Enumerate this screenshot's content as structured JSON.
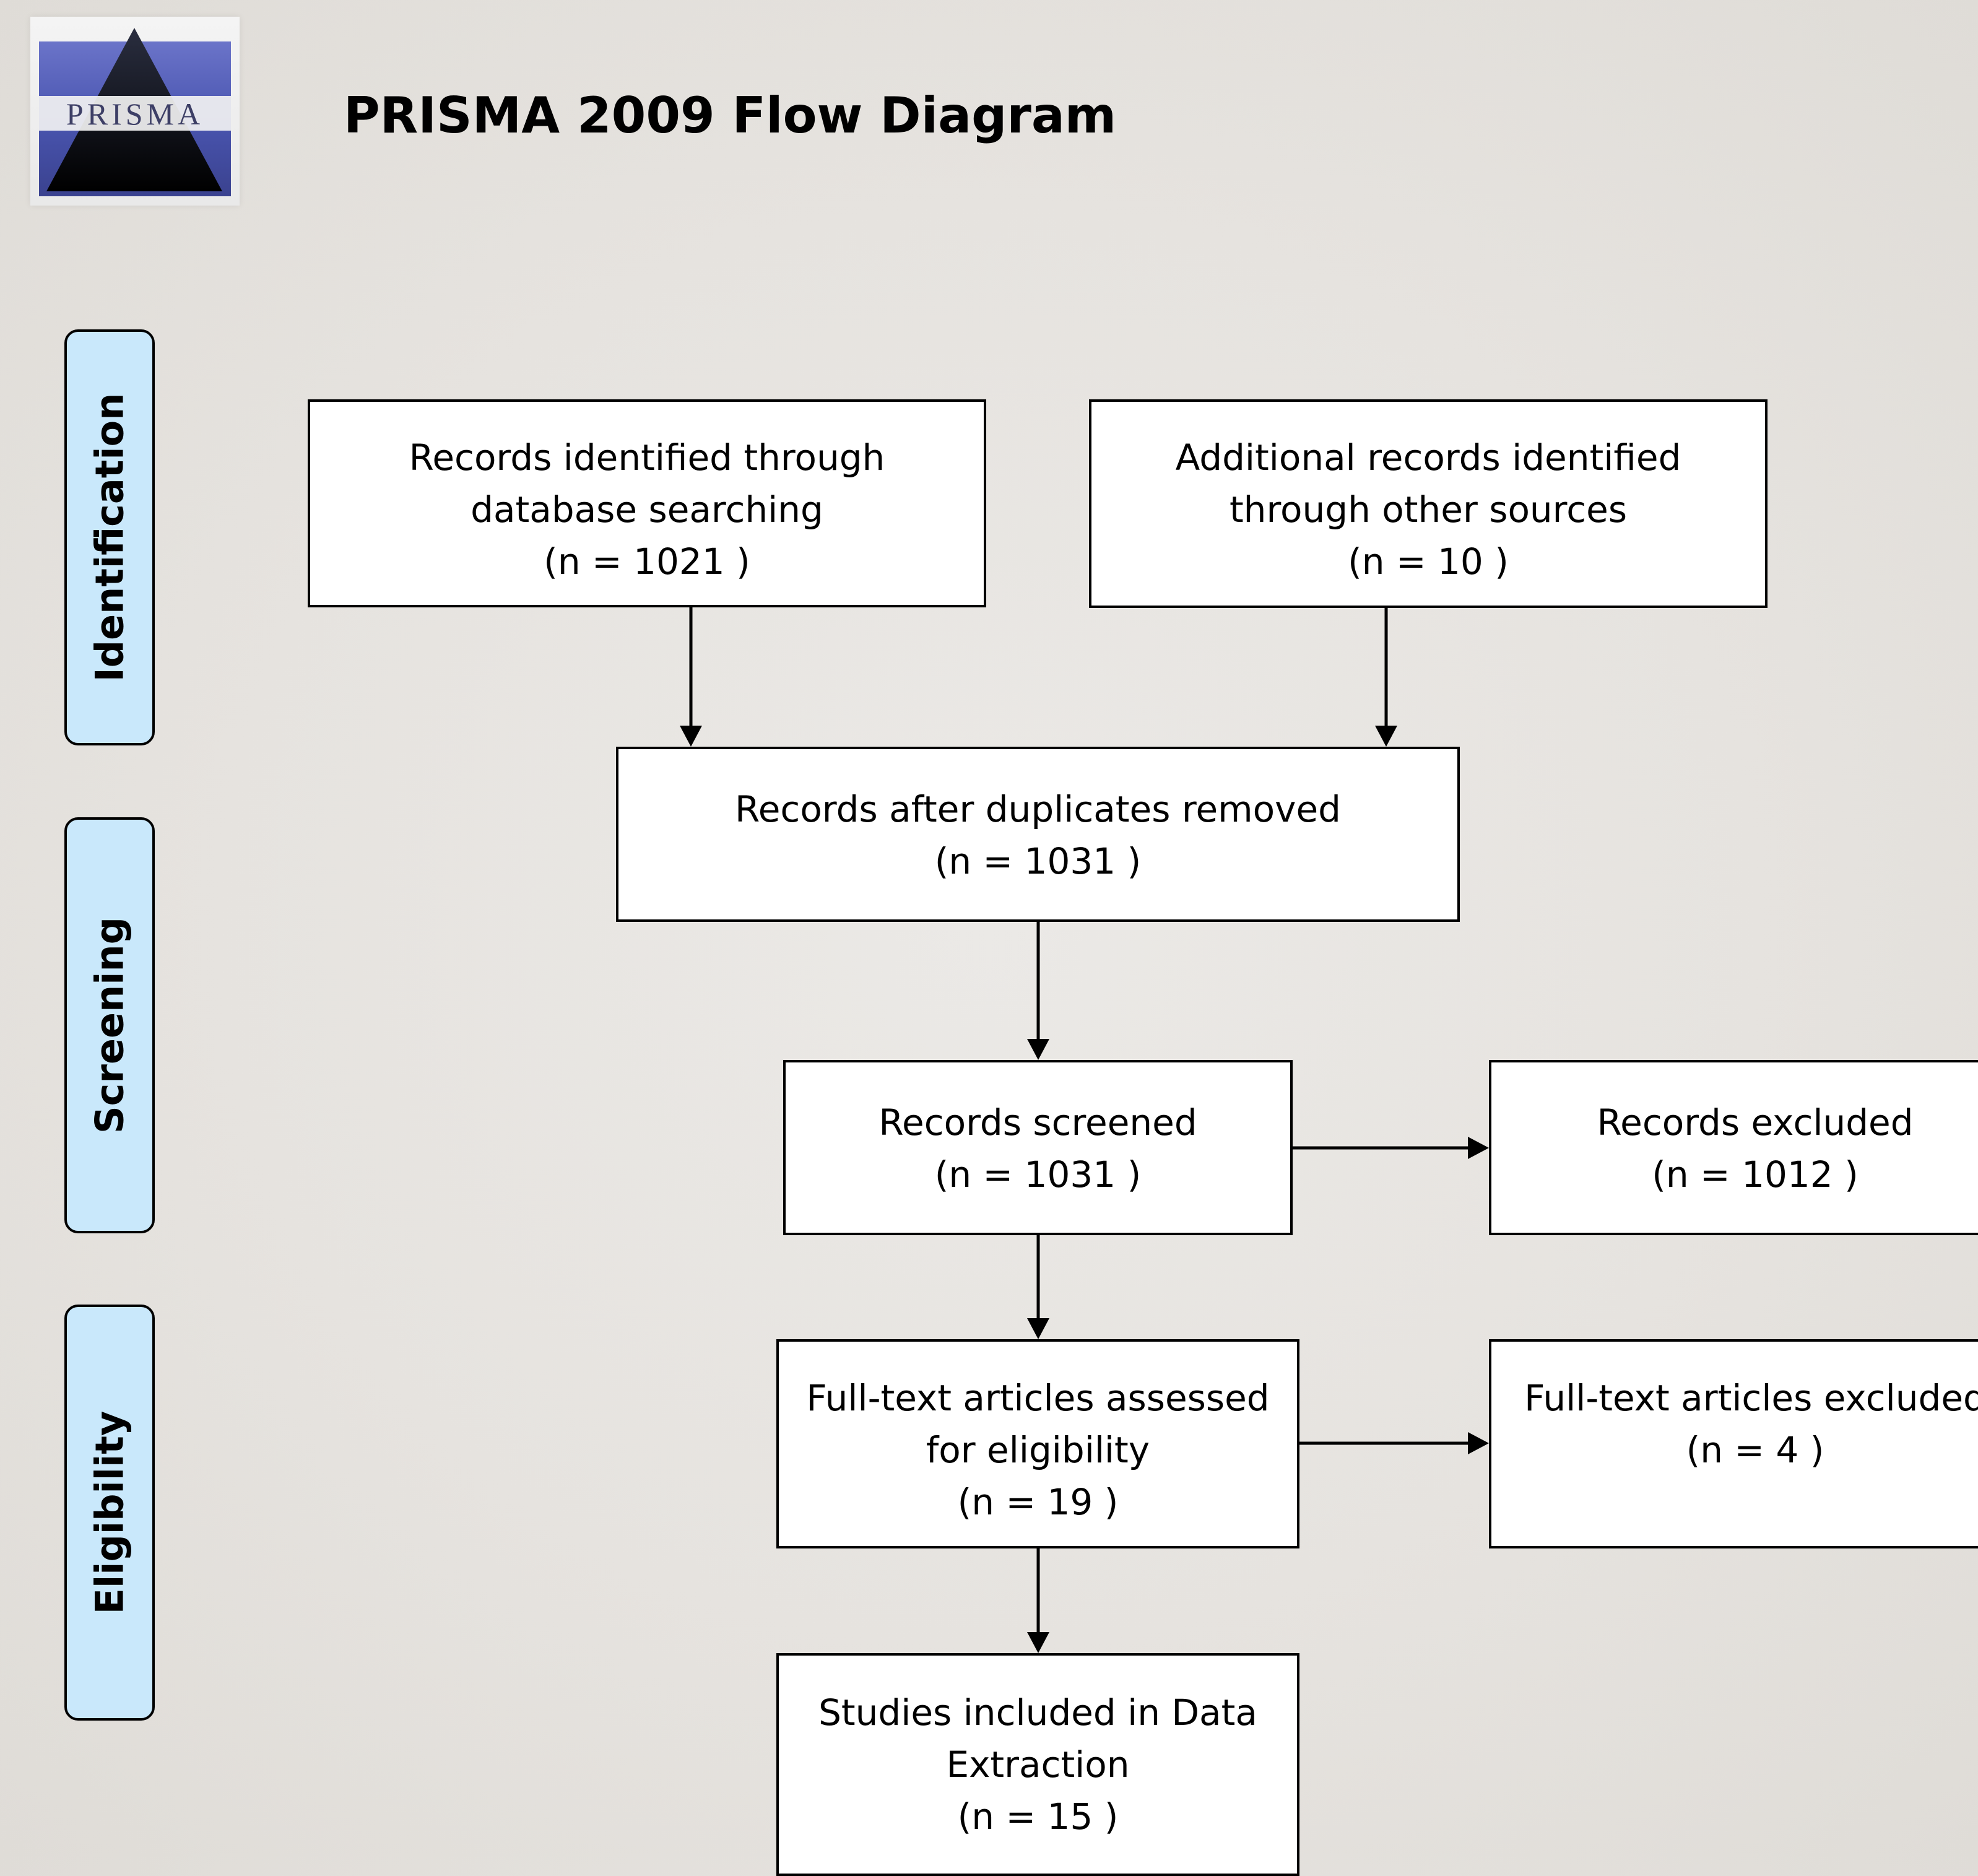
{
  "header": {
    "logo_text": "PRISMA",
    "title": "PRISMA 2009 Flow Diagram"
  },
  "stages": {
    "identification": "Identification",
    "screening": "Screening",
    "eligibility": "Eligibility"
  },
  "boxes": {
    "db_search": {
      "lines": [
        "Records identified through",
        "database searching",
        "(n =  1021 )"
      ]
    },
    "other_sources": {
      "lines": [
        "Additional records identified",
        "through other sources",
        "(n =  10 )"
      ]
    },
    "after_duplicates": {
      "lines": [
        "Records after duplicates removed",
        "(n = 1031  )"
      ]
    },
    "screened": {
      "lines": [
        "Records screened",
        "(n =  1031 )"
      ]
    },
    "records_excluded": {
      "lines": [
        "Records excluded",
        "(n =  1012 )"
      ]
    },
    "fulltext_assessed": {
      "lines": [
        "Full-text articles assessed",
        "for eligibility",
        "(n =  19 )"
      ]
    },
    "fulltext_excluded": {
      "lines": [
        "Full-text articles excluded",
        "(n =  4 )"
      ]
    },
    "included": {
      "lines": [
        "Studies included in Data",
        "Extraction",
        "(n =  15 )"
      ]
    }
  }
}
